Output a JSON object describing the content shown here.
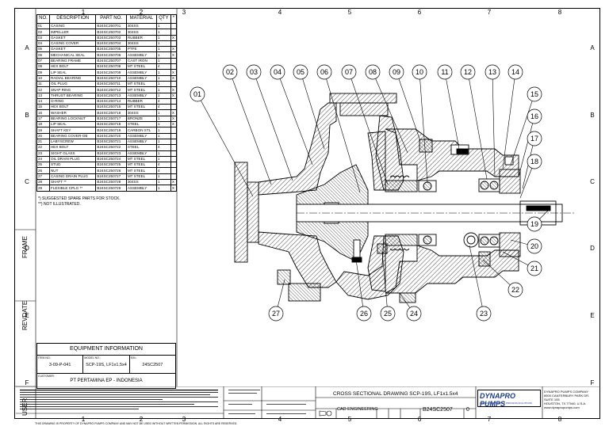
{
  "zones_top": [
    "1",
    "2",
    "3",
    "4",
    "5",
    "6",
    "7",
    "8"
  ],
  "zones_side": [
    "A",
    "B",
    "C",
    "D",
    "E",
    "F"
  ],
  "side_labels": {
    "frame": "FRAME",
    "revdate": "REVDATE",
    "user": "USER"
  },
  "parts_table": {
    "headers": [
      "NO.",
      "DESCRIPTION",
      "PART NO.",
      "MATERIAL",
      "QTY",
      "*"
    ],
    "rows": [
      [
        "01",
        "CASING",
        "B24SC250701",
        "304SS",
        "1",
        ""
      ],
      [
        "02",
        "IMPELLER",
        "B24SC250702",
        "304SS",
        "1",
        ""
      ],
      [
        "03",
        "GASKET",
        "B24SC250703",
        "RUBBER",
        "1",
        "X"
      ],
      [
        "04",
        "CASING COVER",
        "B24SC250704",
        "304SS",
        "1",
        ""
      ],
      [
        "05",
        "GASKET",
        "B24SC250705",
        "PTFE",
        "1",
        "X"
      ],
      [
        "06",
        "MECHANICAL SEAL",
        "B24SC250706",
        "ASSEMBLY",
        "1",
        "X"
      ],
      [
        "07",
        "BEARING FRAME",
        "B24SC250707",
        "CAST IRON",
        "1",
        ""
      ],
      [
        "08",
        "HEX BOLT",
        "B24SC250708",
        "MT STEEL",
        "4",
        ""
      ],
      [
        "09",
        "LIP SEAL",
        "B24SC250709",
        "ASSEMBLY",
        "1",
        "X"
      ],
      [
        "10",
        "RADIAL BEARING",
        "B24SC250710",
        "ASSEMBLY",
        "1",
        "X"
      ],
      [
        "11",
        "OIL PLUG",
        "B24SC250711",
        "MT STEEL",
        "1",
        ""
      ],
      [
        "12",
        "SNAP RING",
        "B24SC250712",
        "MT STEEL",
        "1",
        "X"
      ],
      [
        "13",
        "THRUST BEARING",
        "B24SC250713",
        "ASSEMBLY",
        "1",
        "X"
      ],
      [
        "14",
        "O-RING",
        "B24SC250714",
        "RUBBER",
        "4",
        ""
      ],
      [
        "15",
        "HEX BOLT",
        "B24SC250715",
        "MT STEEL",
        "4",
        ""
      ],
      [
        "16",
        "WASHER",
        "B24SC250716",
        "304SS",
        "1",
        "X"
      ],
      [
        "17",
        "BEARING LOCKNUT",
        "B24SC250717",
        "BRONZE",
        "1",
        "X"
      ],
      [
        "18",
        "LIP SEAL",
        "B24SC250718",
        "STEEL",
        "1",
        "X"
      ],
      [
        "19",
        "SHAFT KEY",
        "B24SC250719",
        "CARBON STL",
        "1",
        ""
      ],
      [
        "20",
        "BEARING COVER-OB",
        "B24SC250720",
        "ASSEMBLY",
        "1",
        ""
      ],
      [
        "21",
        "LABYSCREW",
        "B24SC250721",
        "ASSEMBLY",
        "1",
        ""
      ],
      [
        "22",
        "HEX BOLT",
        "B24SC250722",
        "STEEL",
        "4",
        ""
      ],
      [
        "23",
        "SIGHT GLASS",
        "B24SC250723",
        "ASSEMBLY",
        "1",
        ""
      ],
      [
        "24",
        "OIL DRAIN PLUG",
        "B24SC250724",
        "MT STEEL",
        "1",
        ""
      ],
      [
        "25",
        "STUD",
        "B24SC250725",
        "MT STEEL",
        "4",
        ""
      ],
      [
        "26",
        "NUT",
        "B24SC250726",
        "MT STEEL",
        "4",
        ""
      ],
      [
        "27",
        "CASING DRAIN PLUG",
        "B24SC250727",
        "MT STEEL",
        "1",
        ""
      ],
      [
        "28",
        "SHAFT **",
        "B24SC250728",
        "304SS",
        "1",
        "X"
      ],
      [
        "29",
        "FLEXIBLE CPLG **",
        "B24SC250729",
        "ASSEMBLY",
        "1",
        "X"
      ]
    ]
  },
  "notes": [
    "*) SUGGESTED SPARE PARTS FOR STOCK.",
    "**) NOT ILLUSTRATED."
  ],
  "equipment": {
    "title": "EQUIPMENT INFORMATION",
    "item_label": "ITEM NO.:",
    "item_value": "3-09-P-041",
    "model_label": "MODEL NO.:",
    "model_value": "SCP-19S, LF1x1.5x4",
    "sn_label": "S/N.:",
    "sn_value": "24SC2507",
    "customer_label": "CUSTOMER:",
    "customer_value": "PT PERTAMINA EP - INDONESIA"
  },
  "title_block": {
    "drawing_title": "CROSS SECTIONAL DRAWING SCP-19S, LF1x1.5x4",
    "dwg_no": "B24SC2507",
    "rev": "0",
    "dept": "CAD ENGINEERING",
    "bottom_notice": "THIS DRAWING IS PROPERTY OF DYNAPRO PUMPS COMPANY AND MAY NOT BE USED WITHOUT WRITTEN PERMISSION. ALL RIGHTS ARE RESERVED.",
    "logo": "DYNAPRO",
    "logo_suffix": "PUMPS",
    "logo_tagline": "INNOVATIVE PUMPS & PROCESS SOLUTIONS",
    "company": [
      "DYNAPRO PUMPS COMPANY",
      "6500 CANTERBURY PARK DR.",
      "SUITE 105",
      "HOUSTON, TX 77040, U.S.A.",
      "www.dynapropumps.com"
    ]
  },
  "callouts": [
    "01",
    "02",
    "03",
    "04",
    "05",
    "06",
    "07",
    "08",
    "09",
    "10",
    "11",
    "12",
    "13",
    "14",
    "15",
    "16",
    "17",
    "18",
    "19",
    "20",
    "21",
    "22",
    "23",
    "24",
    "25",
    "26",
    "27"
  ],
  "colors": {
    "line": "#000000",
    "hatch": "#000000",
    "logo": "#1a3a8f"
  }
}
